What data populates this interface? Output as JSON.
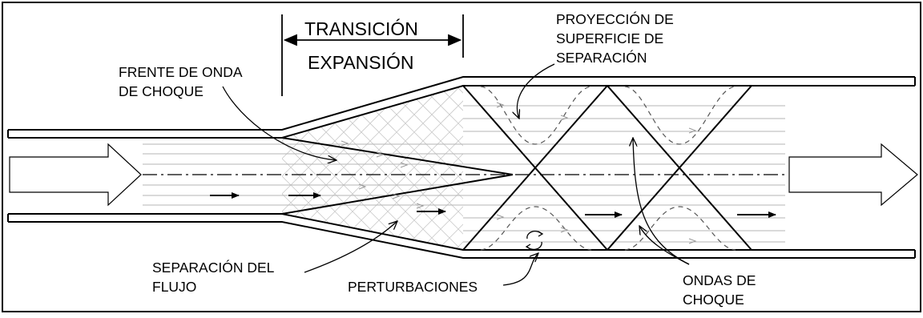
{
  "labels": {
    "transicion": "TRANSICIÓN",
    "expansion": "EXPANSIÓN",
    "frente_line1": "FRENTE DE ONDA",
    "frente_line2": "DE CHOQUE",
    "proyeccion_line1": "PROYECCIÓN DE",
    "proyeccion_line2": "SUPERFICIE DE",
    "proyeccion_line3": "SEPARACIÓN",
    "separacion_line1": "SEPARACIÓN DEL",
    "separacion_line2": "FLUJO",
    "perturbaciones": "PERTURBACIONES",
    "ondas_line1": "ONDAS DE",
    "ondas_line2": "CHOQUE"
  },
  "colors": {
    "line": "#000000",
    "flow_line": "#b4b4b4",
    "hatch": "#c8c8c8",
    "background": "#ffffff"
  },
  "icons": {
    "inlet_arrow": "hollow-right-arrow",
    "outlet_arrow": "hollow-right-arrow",
    "vortex": "circular-arrows"
  }
}
